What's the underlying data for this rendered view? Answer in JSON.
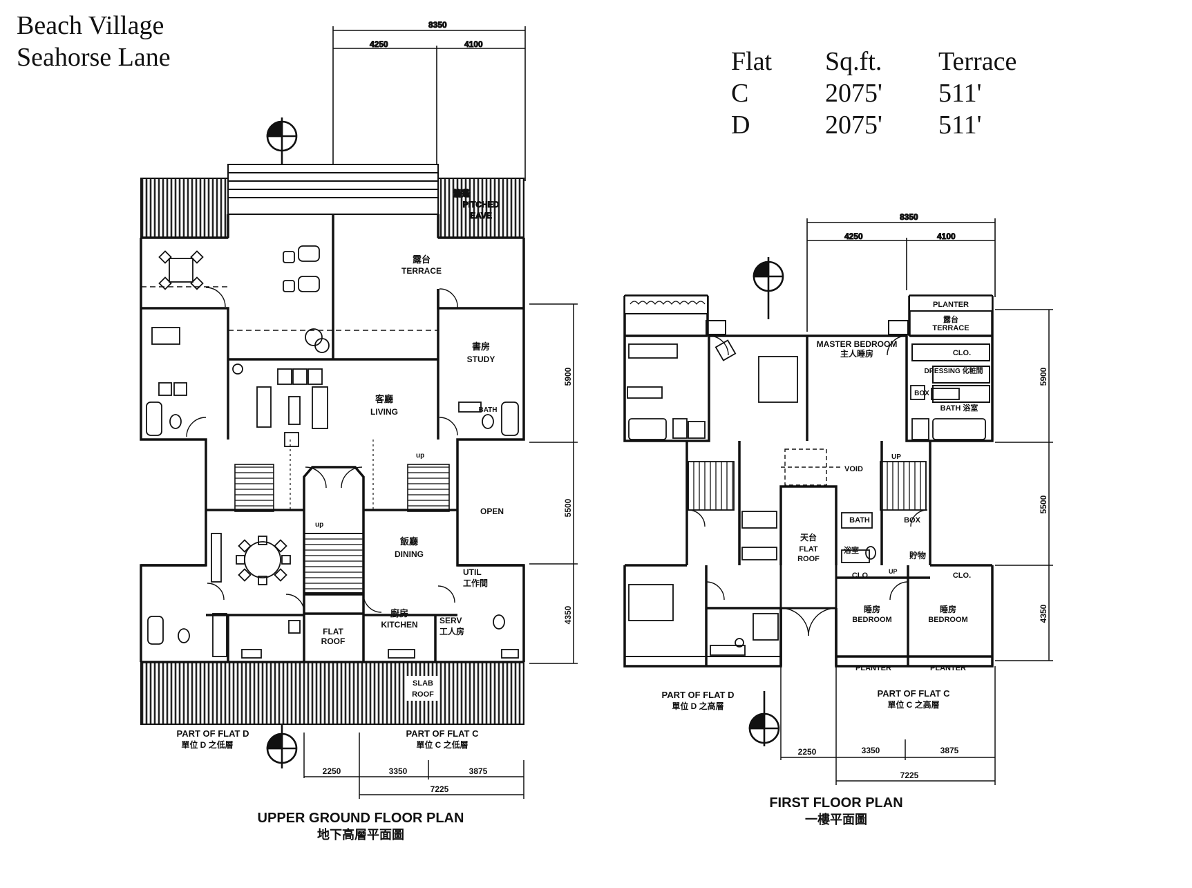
{
  "header": {
    "estate": "Beach Village",
    "street": "Seahorse Lane"
  },
  "area_table": {
    "headers": [
      "Flat",
      "Sq.ft.",
      "Terrace"
    ],
    "rows": [
      [
        "C",
        "2075'",
        "511'"
      ],
      [
        "D",
        "2075'",
        "511'"
      ]
    ]
  },
  "upper_ground": {
    "title": "UPPER GROUND FLOOR PLAN",
    "title_zh": "地下高層平面圖",
    "dims_top": [
      "8350",
      "4250",
      "4100"
    ],
    "dims_right": [
      "5900",
      "5500",
      "4350"
    ],
    "dims_bottom": [
      "2250",
      "3350",
      "3875",
      "7225"
    ],
    "rooms": {
      "eave_zh": "簷蓬",
      "eave": "PITCHED",
      "eave2": "EAVE",
      "terrace_zh": "露台",
      "terrace": "TERRACE",
      "study_zh": "書房",
      "study": "STUDY",
      "bath": "BATH",
      "living_zh": "客廳",
      "living": "LIVING",
      "open": "OPEN",
      "dining_zh": "飯廳",
      "dining": "DINING",
      "util": "UTIL",
      "util_zh": "工作間",
      "kitchen_zh": "廚房",
      "kitchen": "KITCHEN",
      "serv": "SERV",
      "serv_zh": "工人房",
      "flat_roof": "FLAT",
      "flat_roof2": "ROOF",
      "slab_roof": "SLAB",
      "slab_roof2": "ROOF",
      "up": "up",
      "part_d": "PART OF FLAT D",
      "part_d_zh": "單位 D 之低層",
      "part_c": "PART OF FLAT C",
      "part_c_zh": "單位 C 之低層"
    }
  },
  "first_floor": {
    "title": "FIRST FLOOR PLAN",
    "title_zh": "一樓平面圖",
    "dims_top": [
      "8350",
      "4250",
      "4100"
    ],
    "dims_right": [
      "5900",
      "5500",
      "4350"
    ],
    "dims_bottom": [
      "2250",
      "3350",
      "3875",
      "7225"
    ],
    "rooms": {
      "planter": "PLANTER",
      "terrace_zh": "露台",
      "terrace": "TERRACE",
      "master": "MASTER BEDROOM",
      "master_zh": "主人睡房",
      "clo": "CLO.",
      "dressing": "DRESSING 化粧間",
      "box": "BOX",
      "bath": "BATH 浴室",
      "void": "VOID",
      "up": "UP",
      "bath2": "BATH",
      "bath2_zh": "浴室",
      "store_zh": "貯物",
      "flat_roof_zh": "天台",
      "flat_roof": "FLAT",
      "flat_roof2": "ROOF",
      "bed_zh": "睡房",
      "bed": "BEDROOM",
      "part_d": "PART OF FLAT D",
      "part_d_zh": "單位 D 之高層",
      "part_c": "PART OF FLAT C",
      "part_c_zh": "單位 C 之高層"
    }
  }
}
